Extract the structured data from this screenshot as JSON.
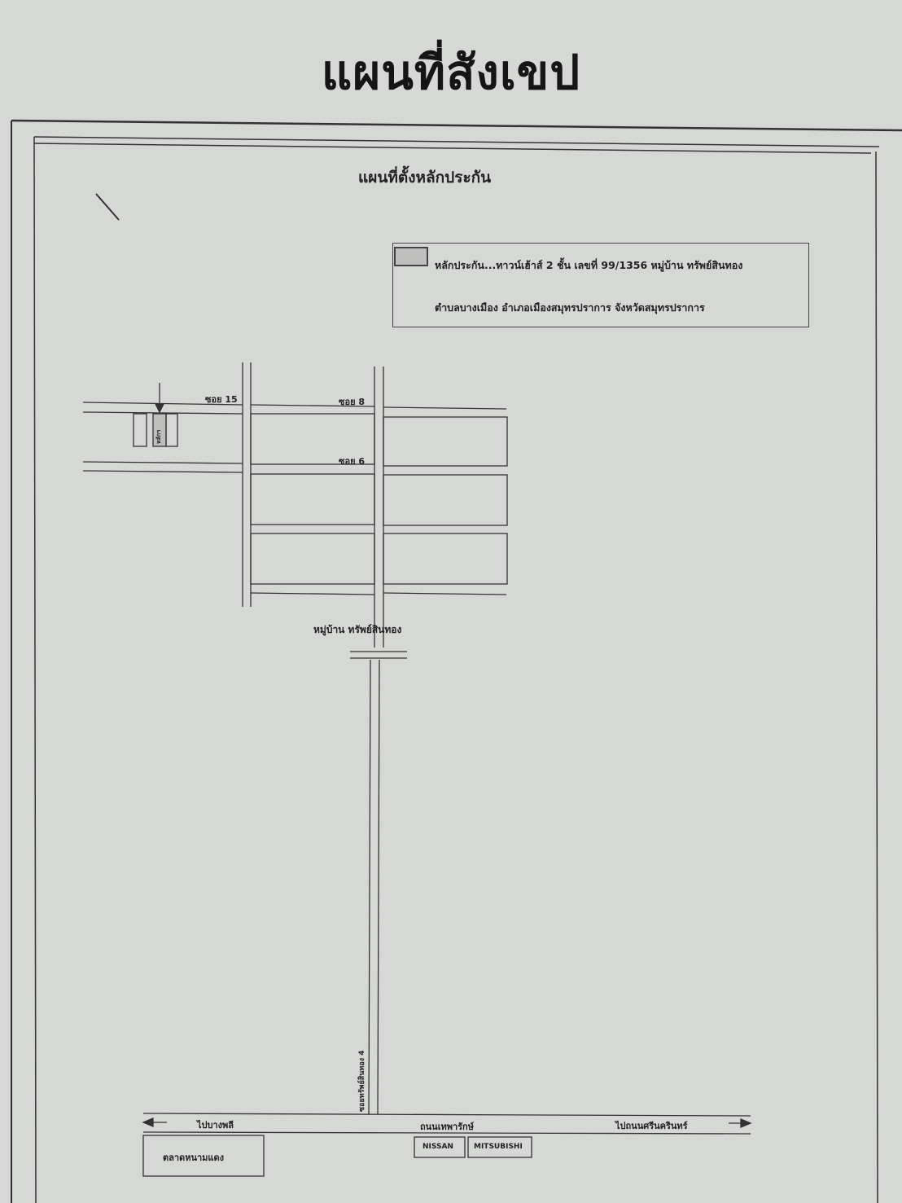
{
  "page_title": "แผนที่สังเขป",
  "map": {
    "title": "แผนที่ตั้งหลักประกัน",
    "legend": {
      "line1": "หลักประกัน...ทาวน์เฮ้าส์ 2 ชั้น  เลขที่  99/1356  หมู่บ้าน ทรัพย์สินทอง",
      "line2": "ตำบลบางเมือง  อำเภอเมืองสมุทรปราการ  จังหวัดสมุทรปราการ"
    },
    "streets": {
      "soi15": "ซอย 15",
      "soi8": "ซอย 8",
      "soi6": "ซอย 6",
      "soi_main": "ซอยทรัพย์สินทอง 4",
      "main_road": "ถนนเทพารักษ์",
      "to_left": "ไปบางพลี",
      "to_right": "ไปถนนศรีนครินทร์"
    },
    "property_label": "หลักฯ",
    "village": "หมู่บ้าน ทรัพย์สินทอง",
    "landmarks": {
      "market": "ตลาดหนามแดง",
      "nissan": "NISSAN",
      "mitsubishi": "MITSUBISHI"
    }
  }
}
